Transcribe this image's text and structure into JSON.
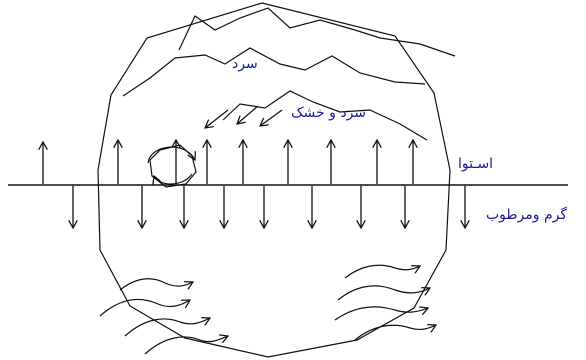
{
  "diagram": {
    "labels": {
      "cold": "سرد",
      "cold_dry": "سرد و خشک",
      "equator": "اسـتوا",
      "warm_humid": "گرم ومرطوب"
    },
    "colors": {
      "line": "#111111",
      "label": "#1a1a9a",
      "background": "#ffffff"
    }
  }
}
